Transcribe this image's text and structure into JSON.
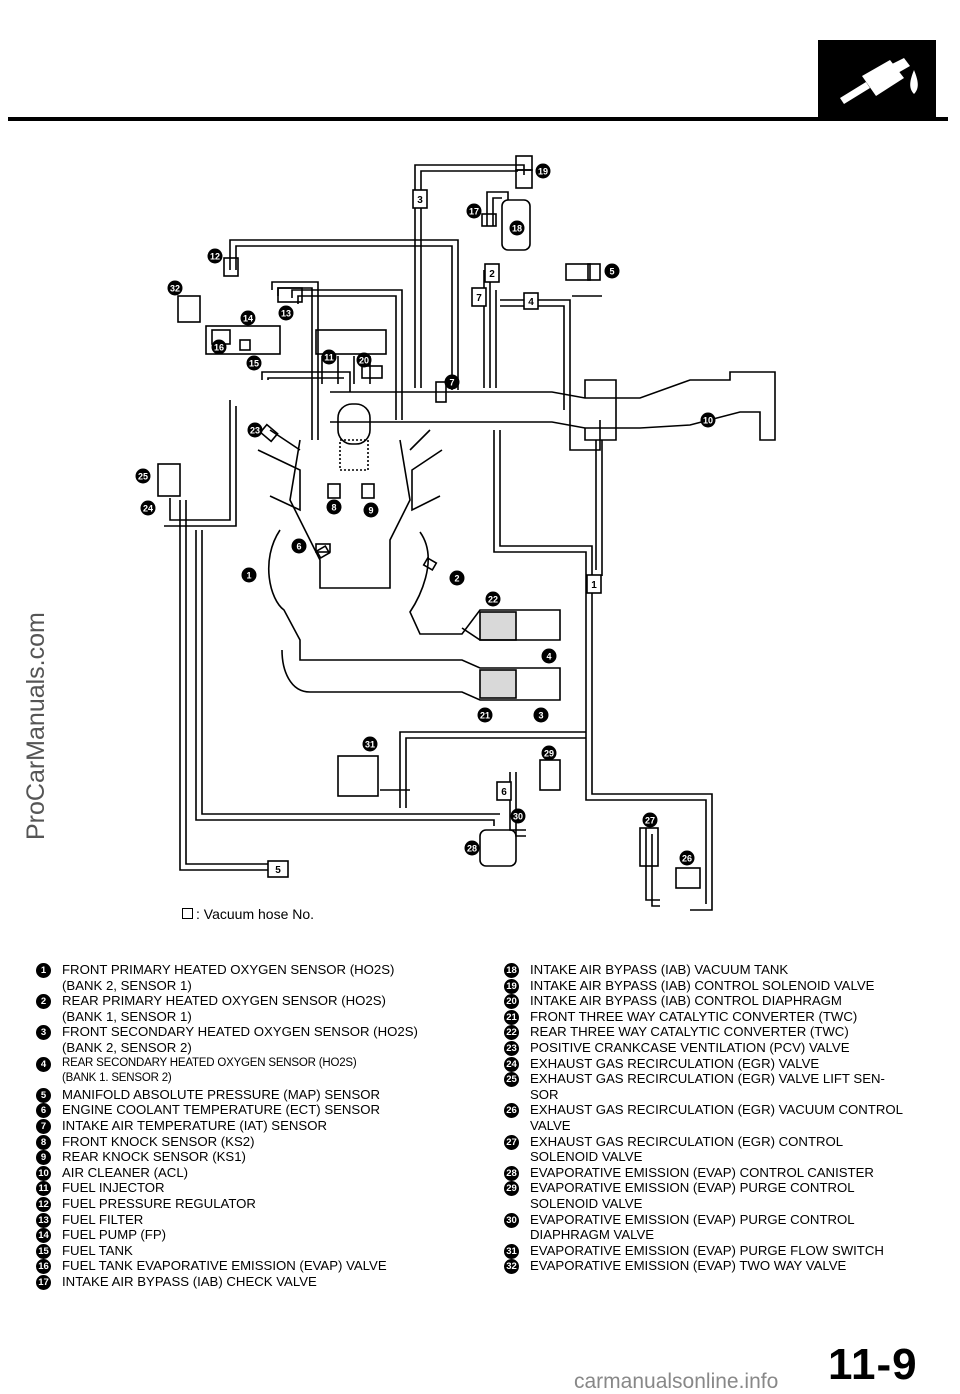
{
  "header": {
    "section_icon": "fuel-nozzle-icon"
  },
  "watermarks": {
    "side": "ProCarManuals.com",
    "bottom": "carmanualsonline.info"
  },
  "diagram": {
    "callouts": [
      "1",
      "2",
      "3",
      "4",
      "5",
      "6",
      "7",
      "8",
      "9",
      "10",
      "11",
      "12",
      "13",
      "14",
      "15",
      "16",
      "17",
      "18",
      "19",
      "20",
      "21",
      "22",
      "23",
      "24",
      "25",
      "26",
      "27",
      "28",
      "29",
      "30",
      "31",
      "32"
    ],
    "hose_numbers": [
      "1",
      "2",
      "3",
      "4",
      "5",
      "6",
      "7"
    ]
  },
  "legend_note": "Vacuum hose No.",
  "legend": [
    {
      "num": "1",
      "lines": [
        "FRONT PRIMARY HEATED OXYGEN SENSOR (HO2S)",
        "(BANK 2, SENSOR 1)"
      ]
    },
    {
      "num": "2",
      "lines": [
        "REAR PRIMARY HEATED OXYGEN SENSOR (HO2S)",
        "(BANK 1, SENSOR 1)"
      ]
    },
    {
      "num": "3",
      "lines": [
        "FRONT SECONDARY HEATED OXYGEN SENSOR (HO2S)",
        "(BANK 2, SENSOR 2)"
      ]
    },
    {
      "num": "4",
      "lines": [
        "REAR SECONDARY HEATED OXYGEN SENSOR (HO2S)",
        "(BANK 1. SENSOR 2)"
      ]
    },
    {
      "num": "5",
      "lines": [
        "MANIFOLD ABSOLUTE PRESSURE (MAP) SENSOR"
      ]
    },
    {
      "num": "6",
      "lines": [
        "ENGINE COOLANT TEMPERATURE (ECT) SENSOR"
      ]
    },
    {
      "num": "7",
      "lines": [
        "INTAKE AIR TEMPERATURE (IAT) SENSOR"
      ]
    },
    {
      "num": "8",
      "lines": [
        "FRONT KNOCK SENSOR (KS2)"
      ]
    },
    {
      "num": "9",
      "lines": [
        "REAR KNOCK SENSOR (KS1)"
      ]
    },
    {
      "num": "10",
      "lines": [
        "AIR CLEANER (ACL)"
      ]
    },
    {
      "num": "11",
      "lines": [
        "FUEL INJECTOR"
      ]
    },
    {
      "num": "12",
      "lines": [
        "FUEL PRESSURE REGULATOR"
      ]
    },
    {
      "num": "13",
      "lines": [
        "FUEL FILTER"
      ]
    },
    {
      "num": "14",
      "lines": [
        "FUEL PUMP (FP)"
      ]
    },
    {
      "num": "15",
      "lines": [
        "FUEL TANK"
      ]
    },
    {
      "num": "16",
      "lines": [
        "FUEL TANK EVAPORATIVE EMISSION (EVAP) VALVE"
      ]
    },
    {
      "num": "17",
      "lines": [
        "INTAKE AIR BYPASS (IAB) CHECK VALVE"
      ]
    },
    {
      "num": "18",
      "lines": [
        "INTAKE AIR BYPASS (IAB) VACUUM TANK"
      ]
    },
    {
      "num": "19",
      "lines": [
        "INTAKE AIR BYPASS (IAB) CONTROL SOLENOID VALVE"
      ]
    },
    {
      "num": "20",
      "lines": [
        "INTAKE AIR BYPASS (IAB) CONTROL DIAPHRAGM"
      ]
    },
    {
      "num": "21",
      "lines": [
        "FRONT THREE WAY CATALYTIC CONVERTER (TWC)"
      ]
    },
    {
      "num": "22",
      "lines": [
        "REAR THREE WAY CATALYTIC CONVERTER (TWC)"
      ]
    },
    {
      "num": "23",
      "lines": [
        "POSITIVE CRANKCASE VENTILATION (PCV) VALVE"
      ]
    },
    {
      "num": "24",
      "lines": [
        "EXHAUST GAS RECIRCULATION (EGR) VALVE"
      ]
    },
    {
      "num": "25",
      "lines": [
        "EXHAUST GAS RECIRCULATION (EGR) VALVE LIFT SEN-",
        "SOR"
      ]
    },
    {
      "num": "26",
      "lines": [
        "EXHAUST GAS RECIRCULATION (EGR) VACUUM CONTROL",
        "VALVE"
      ]
    },
    {
      "num": "27",
      "lines": [
        "EXHAUST GAS RECIRCULATION (EGR) CONTROL",
        "SOLENOID VALVE"
      ]
    },
    {
      "num": "28",
      "lines": [
        "EVAPORATIVE EMISSION (EVAP) CONTROL CANISTER"
      ]
    },
    {
      "num": "29",
      "lines": [
        "EVAPORATIVE EMISSION (EVAP) PURGE CONTROL",
        "SOLENOID VALVE"
      ]
    },
    {
      "num": "30",
      "lines": [
        "EVAPORATIVE EMISSION (EVAP) PURGE CONTROL",
        "DIAPHRAGM VALVE"
      ]
    },
    {
      "num": "31",
      "lines": [
        "EVAPORATIVE EMISSION (EVAP) PURGE FLOW SWITCH"
      ]
    },
    {
      "num": "32",
      "lines": [
        "EVAPORATIVE EMISSION (EVAP) TWO WAY VALVE"
      ]
    }
  ],
  "page_number": "11-9"
}
